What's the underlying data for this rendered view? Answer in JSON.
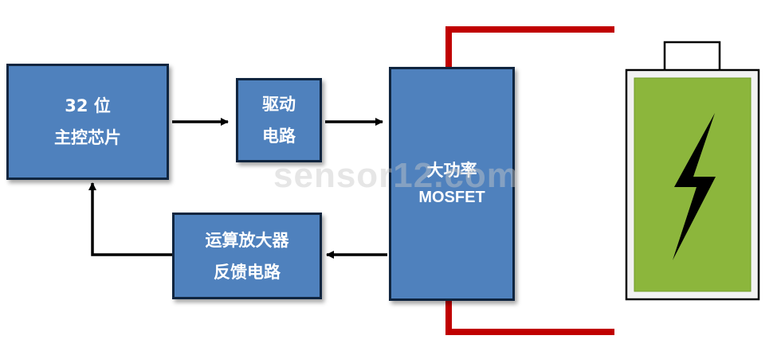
{
  "blocks": {
    "chip": {
      "line1": "32 位",
      "line2": "主控芯片"
    },
    "drive": {
      "line1": "驱动",
      "line2": "电路"
    },
    "amp": {
      "line1": "运算放大器",
      "line2": "反馈电路"
    },
    "mosfet": {
      "line1": "大功率",
      "line2": "MOSFET"
    }
  },
  "watermark": "sensor12.com",
  "colors": {
    "block_fill": "#4f81bd",
    "block_border": "#10253f",
    "wire": "#c00000",
    "battery_fill": "#8cb63c",
    "arrow": "#000000"
  },
  "icons": {
    "battery": "battery-icon",
    "bolt": "lightning-bolt-icon"
  }
}
